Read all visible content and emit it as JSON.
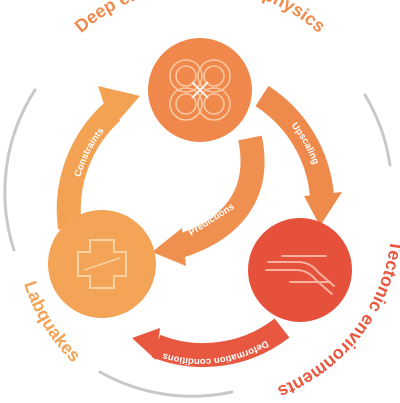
{
  "labels": {
    "top": "Deep earthquake multiphysics",
    "right": "Tectonic environments",
    "left": "Labquakes"
  },
  "arrows": {
    "constraints": "Constraints",
    "upscaling": "Upscaling",
    "predictions": "Predictions",
    "deformation": "Deformation conditions"
  },
  "colors": {
    "top_label": "#ee8a4c",
    "right_label": "#e8573f",
    "left_label": "#f3a254",
    "top_node": "#f0884b",
    "right_node": "#e6513c",
    "left_node": "#f4a456",
    "ring": "#c8c8c8"
  }
}
